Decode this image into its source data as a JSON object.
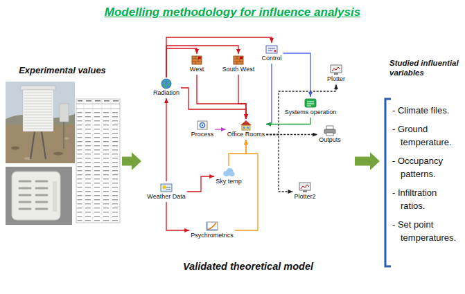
{
  "diagram": {
    "title": "Modelling methodology for influence analysis",
    "nodes": [
      {
        "text": [
          "Experimental values"
        ]
      },
      {
        "text": [
          "Validated theoretical model"
        ]
      },
      {
        "text": [
          "West"
        ],
        "in": 1
      },
      {
        "text": [
          "South West"
        ],
        "in": 1
      },
      {
        "text": [
          "Control"
        ],
        "in": 1
      },
      {
        "text": [
          "Plotter"
        ],
        "in": 1
      },
      {
        "text": [
          "Radiation"
        ],
        "in": 1
      },
      {
        "text": [
          "Systems operation"
        ],
        "in": 1
      },
      {
        "text": [
          "Process"
        ],
        "in": 1
      },
      {
        "text": [
          "Office Rooms"
        ],
        "in": 1
      },
      {
        "text": [
          "Outputs"
        ],
        "in": 1
      },
      {
        "text": [
          "Sky temp"
        ],
        "in": 1
      },
      {
        "text": [
          "Weather Data"
        ],
        "in": 1
      },
      {
        "text": [
          "Psychrometrics"
        ],
        "in": 1
      },
      {
        "text": [
          "Plotter2"
        ],
        "in": 1
      },
      {
        "text": [
          "Studied influential variables",
          "- Climate files.",
          "- Ground temperature.",
          "- Occupancy patterns.",
          "- Infiltration ratios.",
          "- Set point temperatures."
        ]
      }
    ],
    "edges": [
      {
        "from": 0,
        "to": 1,
        "arrow": "to"
      },
      {
        "from": 1,
        "to": 15,
        "arrow": "to"
      },
      {
        "from": 12,
        "to": 6,
        "arrow": "to"
      },
      {
        "from": 6,
        "to": 2,
        "arrow": "to"
      },
      {
        "from": 6,
        "to": 3,
        "arrow": "to"
      },
      {
        "from": 6,
        "to": 4,
        "arrow": "to"
      },
      {
        "from": 2,
        "to": 9,
        "arrow": "to"
      },
      {
        "from": 3,
        "to": 9,
        "arrow": "to"
      },
      {
        "from": 6,
        "to": 9,
        "arrow": "to"
      },
      {
        "from": 8,
        "to": 9,
        "arrow": "to"
      },
      {
        "from": 11,
        "to": 9,
        "arrow": "to"
      },
      {
        "from": 12,
        "to": 11,
        "arrow": "to"
      },
      {
        "from": 12,
        "to": 13,
        "arrow": "to"
      },
      {
        "from": 13,
        "to": 9,
        "arrow": "to"
      },
      {
        "from": 4,
        "to": 9,
        "arrow": "to"
      },
      {
        "from": 4,
        "to": 7,
        "arrow": "to"
      },
      {
        "from": 7,
        "to": 9,
        "arrow": "to"
      },
      {
        "from": 9,
        "to": 10,
        "arrow": "to"
      },
      {
        "from": 9,
        "to": 5,
        "arrow": "to"
      },
      {
        "from": 9,
        "to": 14,
        "arrow": "to"
      }
    ]
  }
}
